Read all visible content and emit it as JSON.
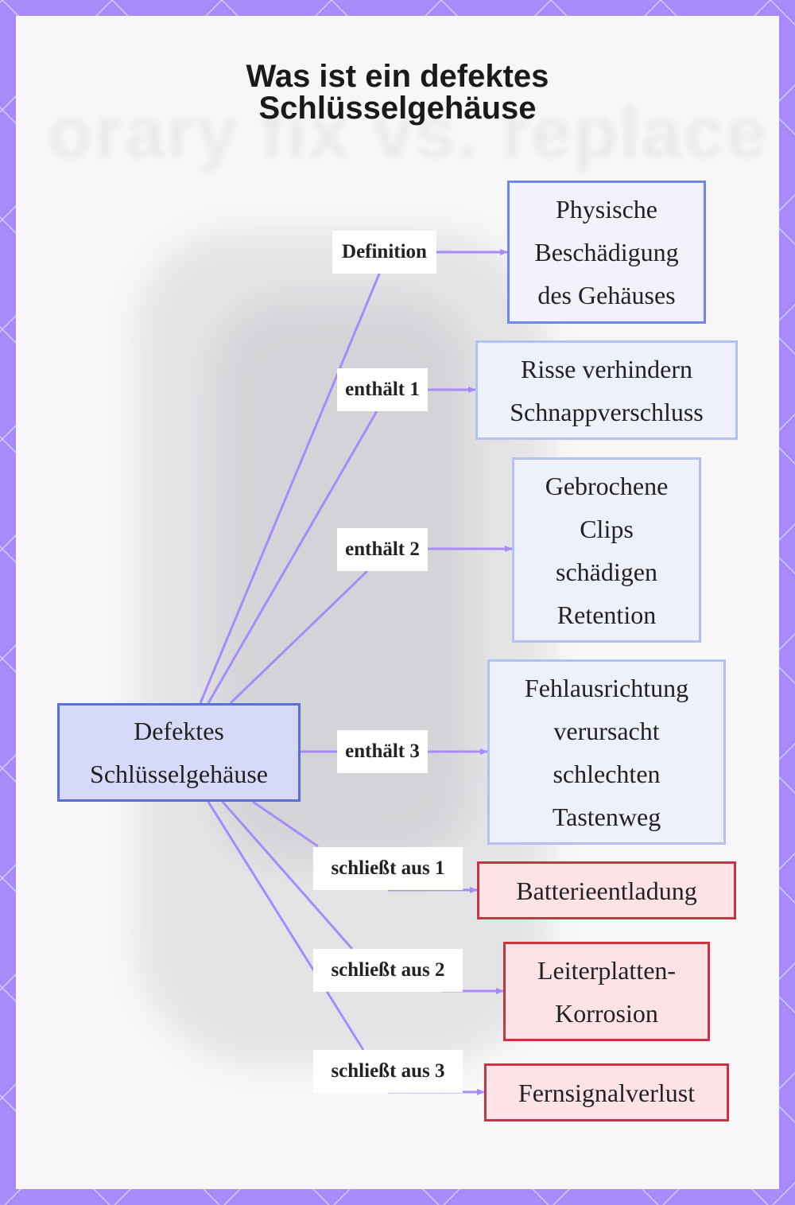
{
  "title_lines": [
    "Was ist ein defektes",
    "Schlüsselgehäuse"
  ],
  "background_text": "orary fix vs. replace",
  "colors": {
    "frame": "#a78bfa",
    "edge": "#a78bfa",
    "root_fill": "#d7d9f8",
    "root_border": "#5b6fd6",
    "definition_border": "#7087e6",
    "includes_border": "#b3c0f2",
    "excludes_fill": "#fde3e8",
    "excludes_border": "#c9343f"
  },
  "root": {
    "text": "Defektes\nSchlüsselgehäuse"
  },
  "nodes": [
    {
      "id": "physical-damage",
      "kind": "definition",
      "text": "Physische\nBeschädigung\ndes Gehäuses"
    },
    {
      "id": "cracks",
      "kind": "includes",
      "text": "Risse verhindern\nSchnappverschluss"
    },
    {
      "id": "broken-clips",
      "kind": "includes",
      "text": "Gebrochene\nClips\nschädigen\nRetention"
    },
    {
      "id": "misalignment",
      "kind": "includes",
      "text": "Fehlausrichtung\nverursacht\nschlechten\nTastenweg"
    },
    {
      "id": "battery",
      "kind": "excludes",
      "text": "Batterieentladung"
    },
    {
      "id": "pcb-corrosion",
      "kind": "excludes",
      "text": "Leiterplatten-\nKorrosion"
    },
    {
      "id": "signal-loss",
      "kind": "excludes",
      "text": "Fernsignalverlust"
    }
  ],
  "edges": [
    {
      "label": "Definition",
      "to": "physical-damage"
    },
    {
      "label": "enthält 1",
      "to": "cracks"
    },
    {
      "label": "enthält 2",
      "to": "broken-clips"
    },
    {
      "label": "enthält 3",
      "to": "misalignment"
    },
    {
      "label": "schließt aus 1",
      "to": "battery"
    },
    {
      "label": "schließt aus 2",
      "to": "pcb-corrosion"
    },
    {
      "label": "schließt aus 3",
      "to": "signal-loss"
    }
  ]
}
